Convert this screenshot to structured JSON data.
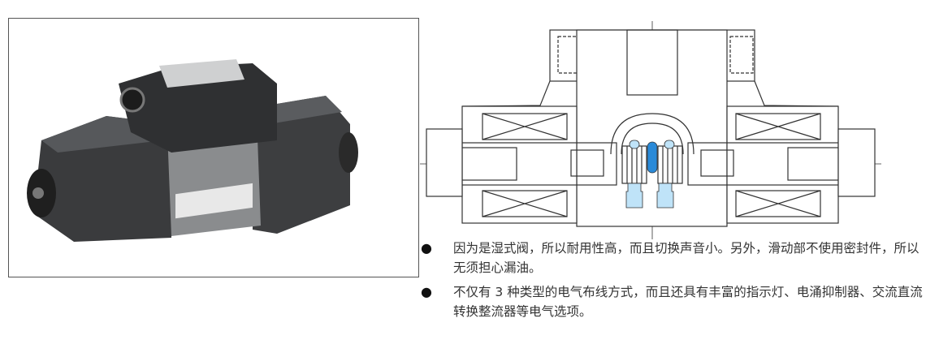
{
  "photo": {
    "alt_label": "solenoid-valve-photo"
  },
  "diagram": {
    "accent_dark_blue": "#2a8ad8",
    "accent_light_blue": "#bfe3f8"
  },
  "features": [
    {
      "bullet": "●",
      "text": "因为是湿式阀，所以耐用性高，而且切换声音小。另外，滑动部不使用密封件，所以无须担心漏油。"
    },
    {
      "bullet": "●",
      "text": "不仅有 3 种类型的电气布线方式，而且还具有丰富的指示灯、电涌抑制器、交流直流转换整流器等电气选项。"
    }
  ]
}
